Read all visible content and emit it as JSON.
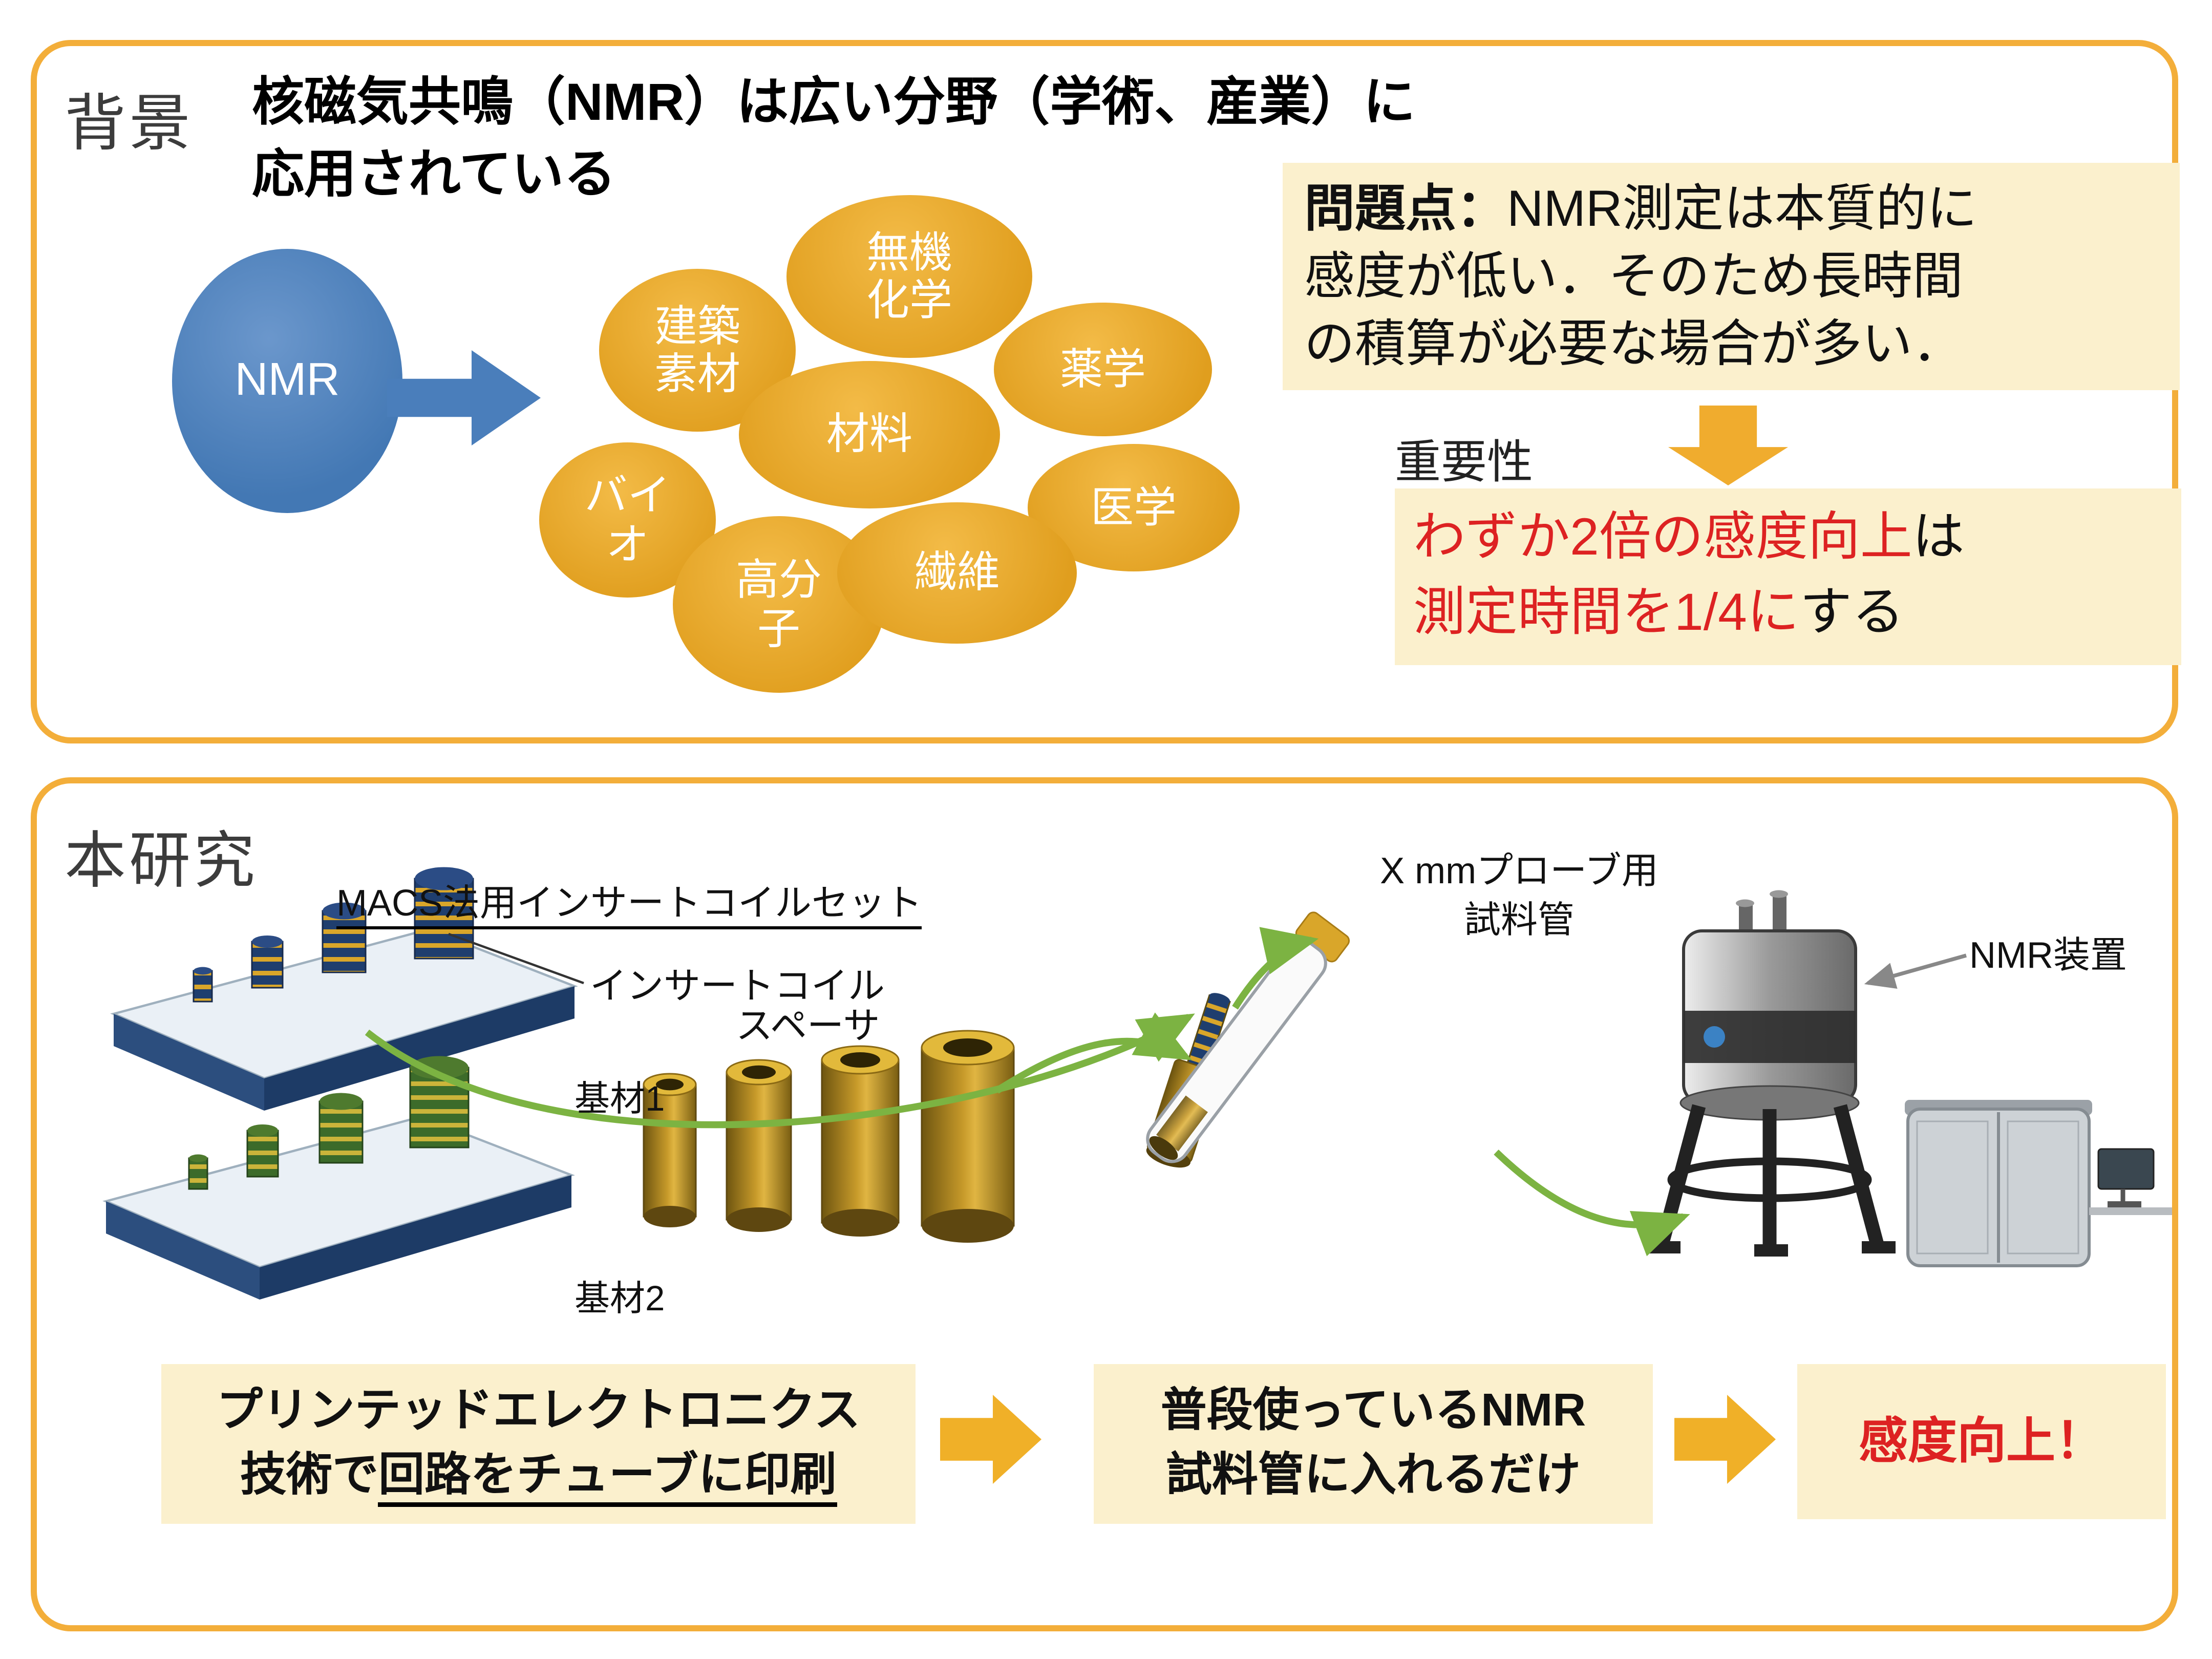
{
  "colors": {
    "panel_border": "#F3AE3A",
    "highlight_bg": "#FBF0CD",
    "accent_red": "#DD2222",
    "nmr_blue": "#4A7EBB",
    "field_gold": "#E8A728",
    "green_arrow": "#7CB342"
  },
  "background": {
    "section_label": "背景",
    "title_line1": "核磁気共鳴（NMR）は広い分野（学術、産業）に",
    "title_line2": "応用されている",
    "nmr_label": "NMR",
    "fields": [
      {
        "name": "建築素材",
        "lines": [
          "建築",
          "素材"
        ]
      },
      {
        "name": "無機化学",
        "lines": [
          "無機",
          "化学"
        ]
      },
      {
        "name": "薬学",
        "lines": [
          "薬学"
        ]
      },
      {
        "name": "バイオ",
        "lines": [
          "バイ",
          "オ"
        ]
      },
      {
        "name": "医学",
        "lines": [
          "医学"
        ]
      },
      {
        "name": "高分子",
        "lines": [
          "高分",
          "子"
        ]
      },
      {
        "name": "繊維",
        "lines": [
          "繊維"
        ]
      },
      {
        "name": "材料",
        "lines": [
          "材料"
        ]
      }
    ],
    "problem": {
      "label": "問題点：",
      "line1": "NMR測定は本質的に",
      "line2": "感度が低い．そのため長時間",
      "line3": "の積算が必要な場合が多い．"
    },
    "importance_label": "重要性",
    "benefit": {
      "line1_red": "わずか2倍の感度向上",
      "line1_black": "は",
      "line2_red": "測定時間を1/4に",
      "line2_black": "する"
    }
  },
  "research": {
    "section_label": "本研究",
    "coilset_label": "MACS法用インサートコイルセット",
    "insert_coil_label": "インサートコイル",
    "substrate1_label": "基材1",
    "substrate2_label": "基材2",
    "spacer_label": "スペーサ",
    "tube_label_line1": "X mmプローブ用",
    "tube_label_line2": "試料管",
    "device_label": "NMR装置",
    "flow": {
      "box1_line1": "プリンテッドエレクトロニクス",
      "box1_line2_pre": "技術で",
      "box1_line2_underlined": "回路をチューブに印刷",
      "box2_line1": "普段使っているNMR",
      "box2_line2": "試料管に入れるだけ",
      "box3_label": "感度向上！"
    }
  }
}
